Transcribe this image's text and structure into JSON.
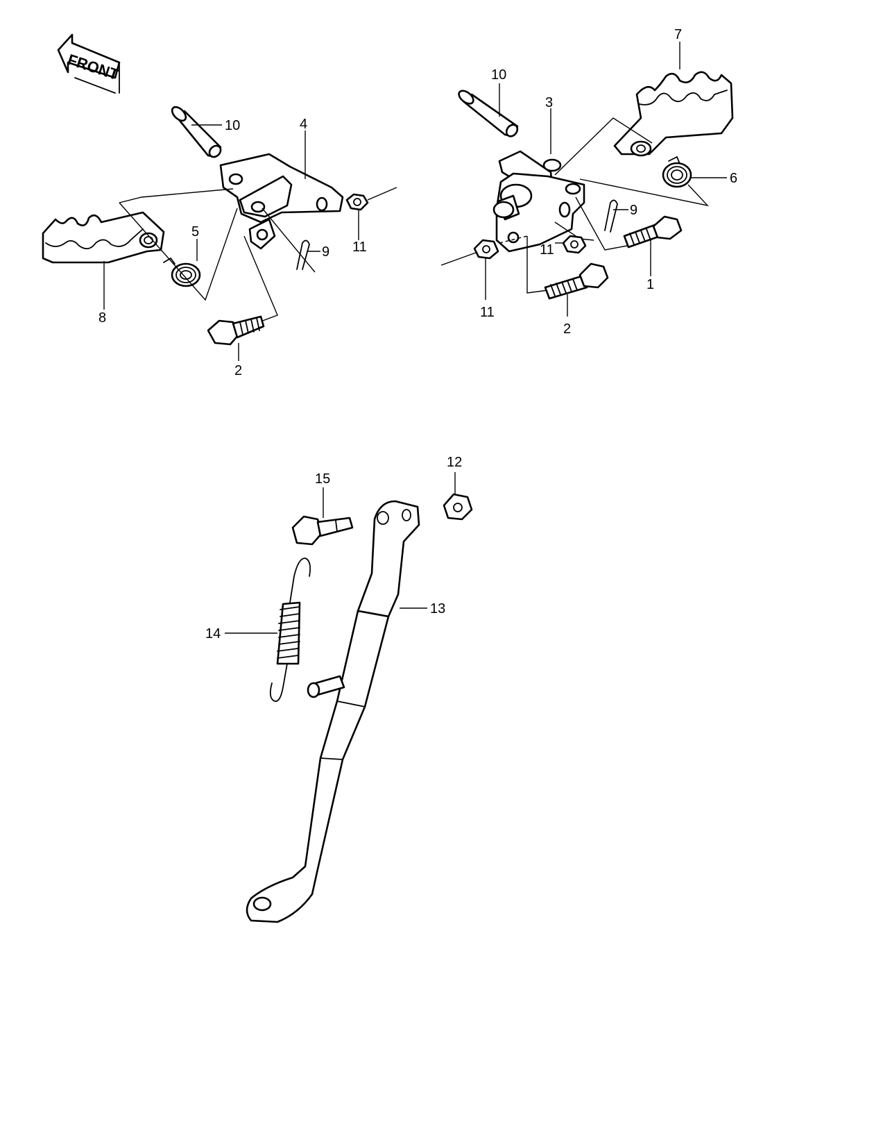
{
  "front_arrow": {
    "label": "FRONT"
  },
  "callouts": {
    "left_pin": "10",
    "left_bracket": "4",
    "left_spring": "5",
    "left_nut": "11",
    "left_cotter": "9",
    "left_footpeg": "8",
    "left_bolt": "2",
    "right_pin": "10",
    "right_bracket": "3",
    "right_footpeg": "7",
    "right_spring": "6",
    "right_cotter": "9",
    "right_bolt_1": "1",
    "right_nut_inner": "11",
    "right_nut_outer": "11",
    "right_bolt_2": "2",
    "stand_nut": "12",
    "stand_bolt": "15",
    "stand": "13",
    "stand_spring": "14"
  }
}
